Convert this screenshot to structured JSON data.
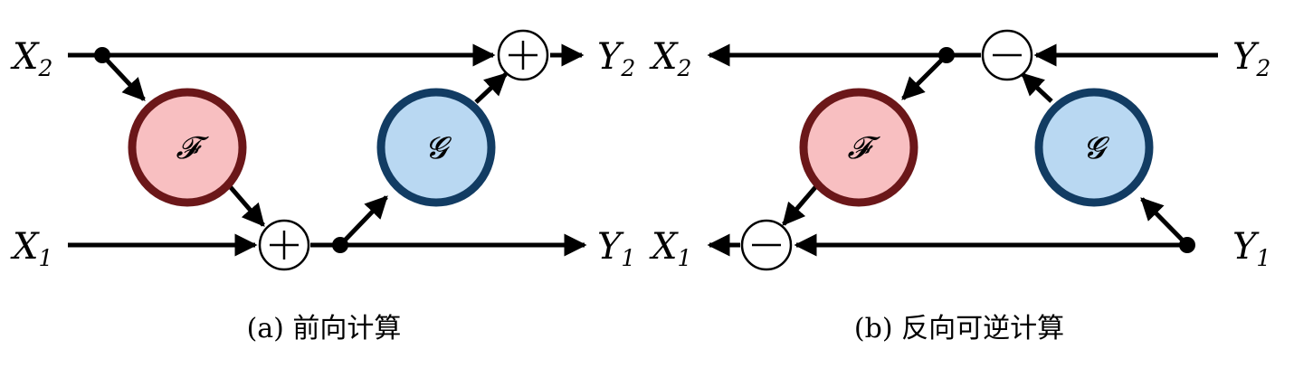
{
  "forward": {
    "caption": "(a)  前向计算",
    "inputs": [
      {
        "base": "X",
        "sub": "2"
      },
      {
        "base": "X",
        "sub": "1"
      }
    ],
    "outputs": [
      {
        "base": "Y",
        "sub": "2"
      },
      {
        "base": "Y",
        "sub": "1"
      }
    ],
    "f_block": {
      "label": "𝓕",
      "fill": "#f8bfc1",
      "stroke": "#6b1719"
    },
    "g_block": {
      "label": "𝓖",
      "fill": "#b9d8f2",
      "stroke": "#123c63"
    },
    "ops": [
      "+",
      "+"
    ]
  },
  "inverse": {
    "caption": "(b)  反向可逆计算",
    "outputs_left": [
      {
        "base": "X",
        "sub": "2"
      },
      {
        "base": "X",
        "sub": "1"
      }
    ],
    "inputs_right": [
      {
        "base": "Y",
        "sub": "2"
      },
      {
        "base": "Y",
        "sub": "1"
      }
    ],
    "f_block": {
      "label": "𝓕",
      "fill": "#f8bfc1",
      "stroke": "#6b1719"
    },
    "g_block": {
      "label": "𝓖",
      "fill": "#b9d8f2",
      "stroke": "#123c63"
    },
    "ops": [
      "−",
      "−"
    ]
  }
}
